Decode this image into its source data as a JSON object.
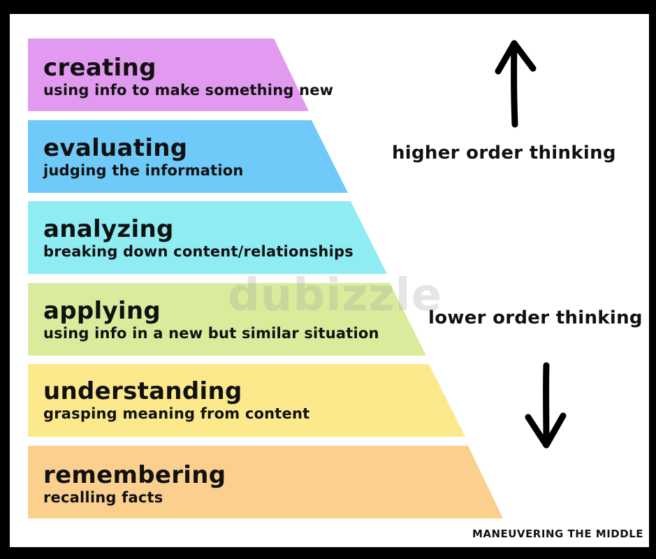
{
  "tiers": [
    {
      "title": "creating",
      "description": "using info to make something new",
      "color": "#e29af0"
    },
    {
      "title": "evaluating",
      "description": "judging the information",
      "color": "#6fcaf9"
    },
    {
      "title": "analyzing",
      "description": "breaking down content/relationships",
      "color": "#8eecf2"
    },
    {
      "title": "applying",
      "description": "using info in a new but similar situation",
      "color": "#d9ec9c"
    },
    {
      "title": "understanding",
      "description": "grasping meaning from content",
      "color": "#fce98c"
    },
    {
      "title": "remembering",
      "description": "recalling facts",
      "color": "#fbd08e"
    }
  ],
  "labels": {
    "higher": "higher order thinking",
    "lower": "lower order thinking"
  },
  "watermark": "dubizzle",
  "credit": "MANEUVERING THE MIDDLE"
}
